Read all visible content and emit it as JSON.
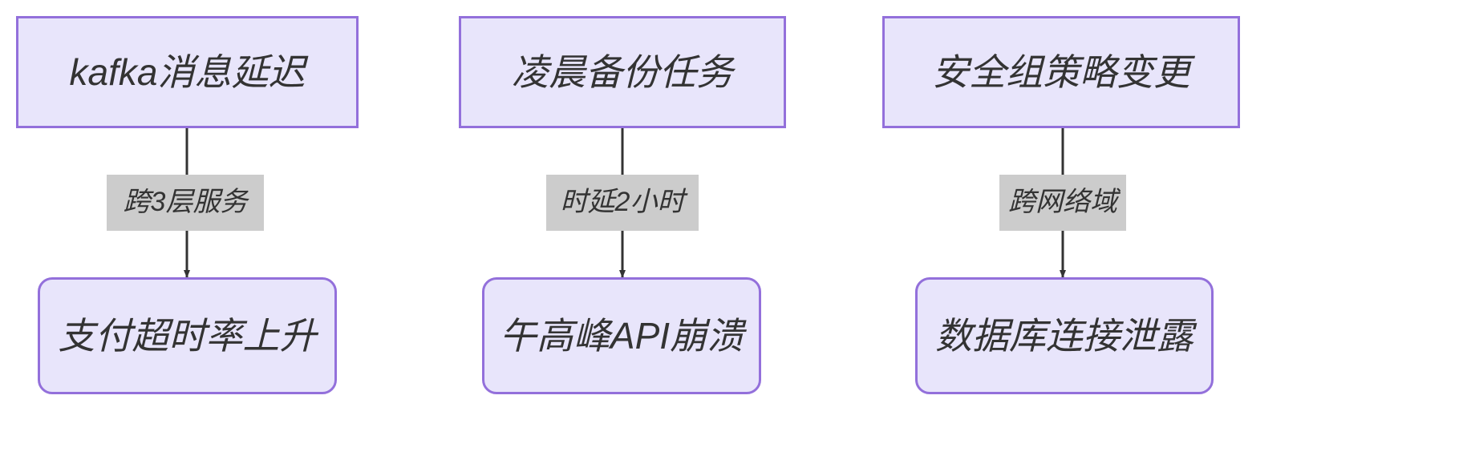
{
  "diagram": {
    "type": "flowchart",
    "direction": "top-down",
    "theme": {
      "node_fill": "#e8e5fb",
      "node_border": "#9370db",
      "node_text": "#333333",
      "edge_stroke": "#333333",
      "edge_label_background": "#cccccc",
      "edge_label_text": "#333333",
      "canvas_background": "#ffffff"
    },
    "columns": [
      {
        "id": "col-1",
        "cause": {
          "id": "node-kafka-delay",
          "label": "kafka消息延迟",
          "shape": "rectangle"
        },
        "edge": {
          "id": "edge-1",
          "label": "跨3层服务",
          "arrow": "arrow-down"
        },
        "effect": {
          "id": "node-payment-timeout",
          "label": "支付超时率上升",
          "shape": "rounded-rectangle"
        }
      },
      {
        "id": "col-2",
        "cause": {
          "id": "node-night-backup",
          "label": "凌晨备份任务",
          "shape": "rectangle"
        },
        "edge": {
          "id": "edge-2",
          "label": "时延2小时",
          "arrow": "arrow-down"
        },
        "effect": {
          "id": "node-noon-api-crash",
          "label": "午高峰API崩溃",
          "shape": "rounded-rectangle"
        }
      },
      {
        "id": "col-3",
        "cause": {
          "id": "node-secgroup-change",
          "label": "安全组策略变更",
          "shape": "rectangle"
        },
        "edge": {
          "id": "edge-3",
          "label": "跨网络域",
          "arrow": "arrow-down"
        },
        "effect": {
          "id": "node-db-conn-leak",
          "label": "数据库连接泄露",
          "shape": "rounded-rectangle"
        }
      }
    ]
  }
}
